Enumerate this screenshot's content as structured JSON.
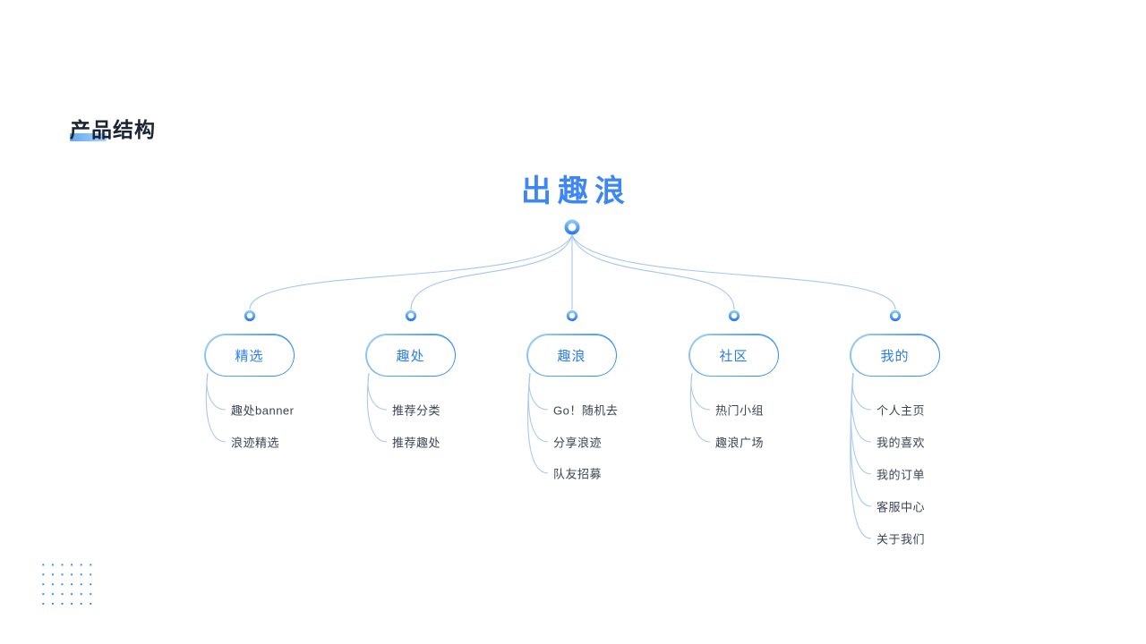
{
  "page": {
    "title": "产品结构"
  },
  "tree": {
    "root": {
      "label": "出趣浪"
    },
    "branches": [
      {
        "label": "精选",
        "children": [
          "趣处banner",
          "浪迹精选"
        ]
      },
      {
        "label": "趣处",
        "children": [
          "推荐分类",
          "推荐趣处"
        ]
      },
      {
        "label": "趣浪",
        "children": [
          "Go！随机去",
          "分享浪迹",
          "队友招募"
        ]
      },
      {
        "label": "社区",
        "children": [
          "热门小组",
          "趣浪广场"
        ]
      },
      {
        "label": "我的",
        "children": [
          "个人主页",
          "我的喜欢",
          "我的订单",
          "客服中心",
          "关于我们"
        ]
      }
    ]
  },
  "colors": {
    "brand_blue": "#3C86F5",
    "node_text_blue": "#2B7CF0",
    "node_border_gradient_start": "#A8D4FA",
    "node_border_gradient_end": "#1E80F2",
    "connector_line": "#A5C7EE",
    "title_text": "#1B2432",
    "title_highlight": "#5EA9F2",
    "leaf_text": "#3C4353",
    "dot_grid": "#2E8DF0"
  }
}
